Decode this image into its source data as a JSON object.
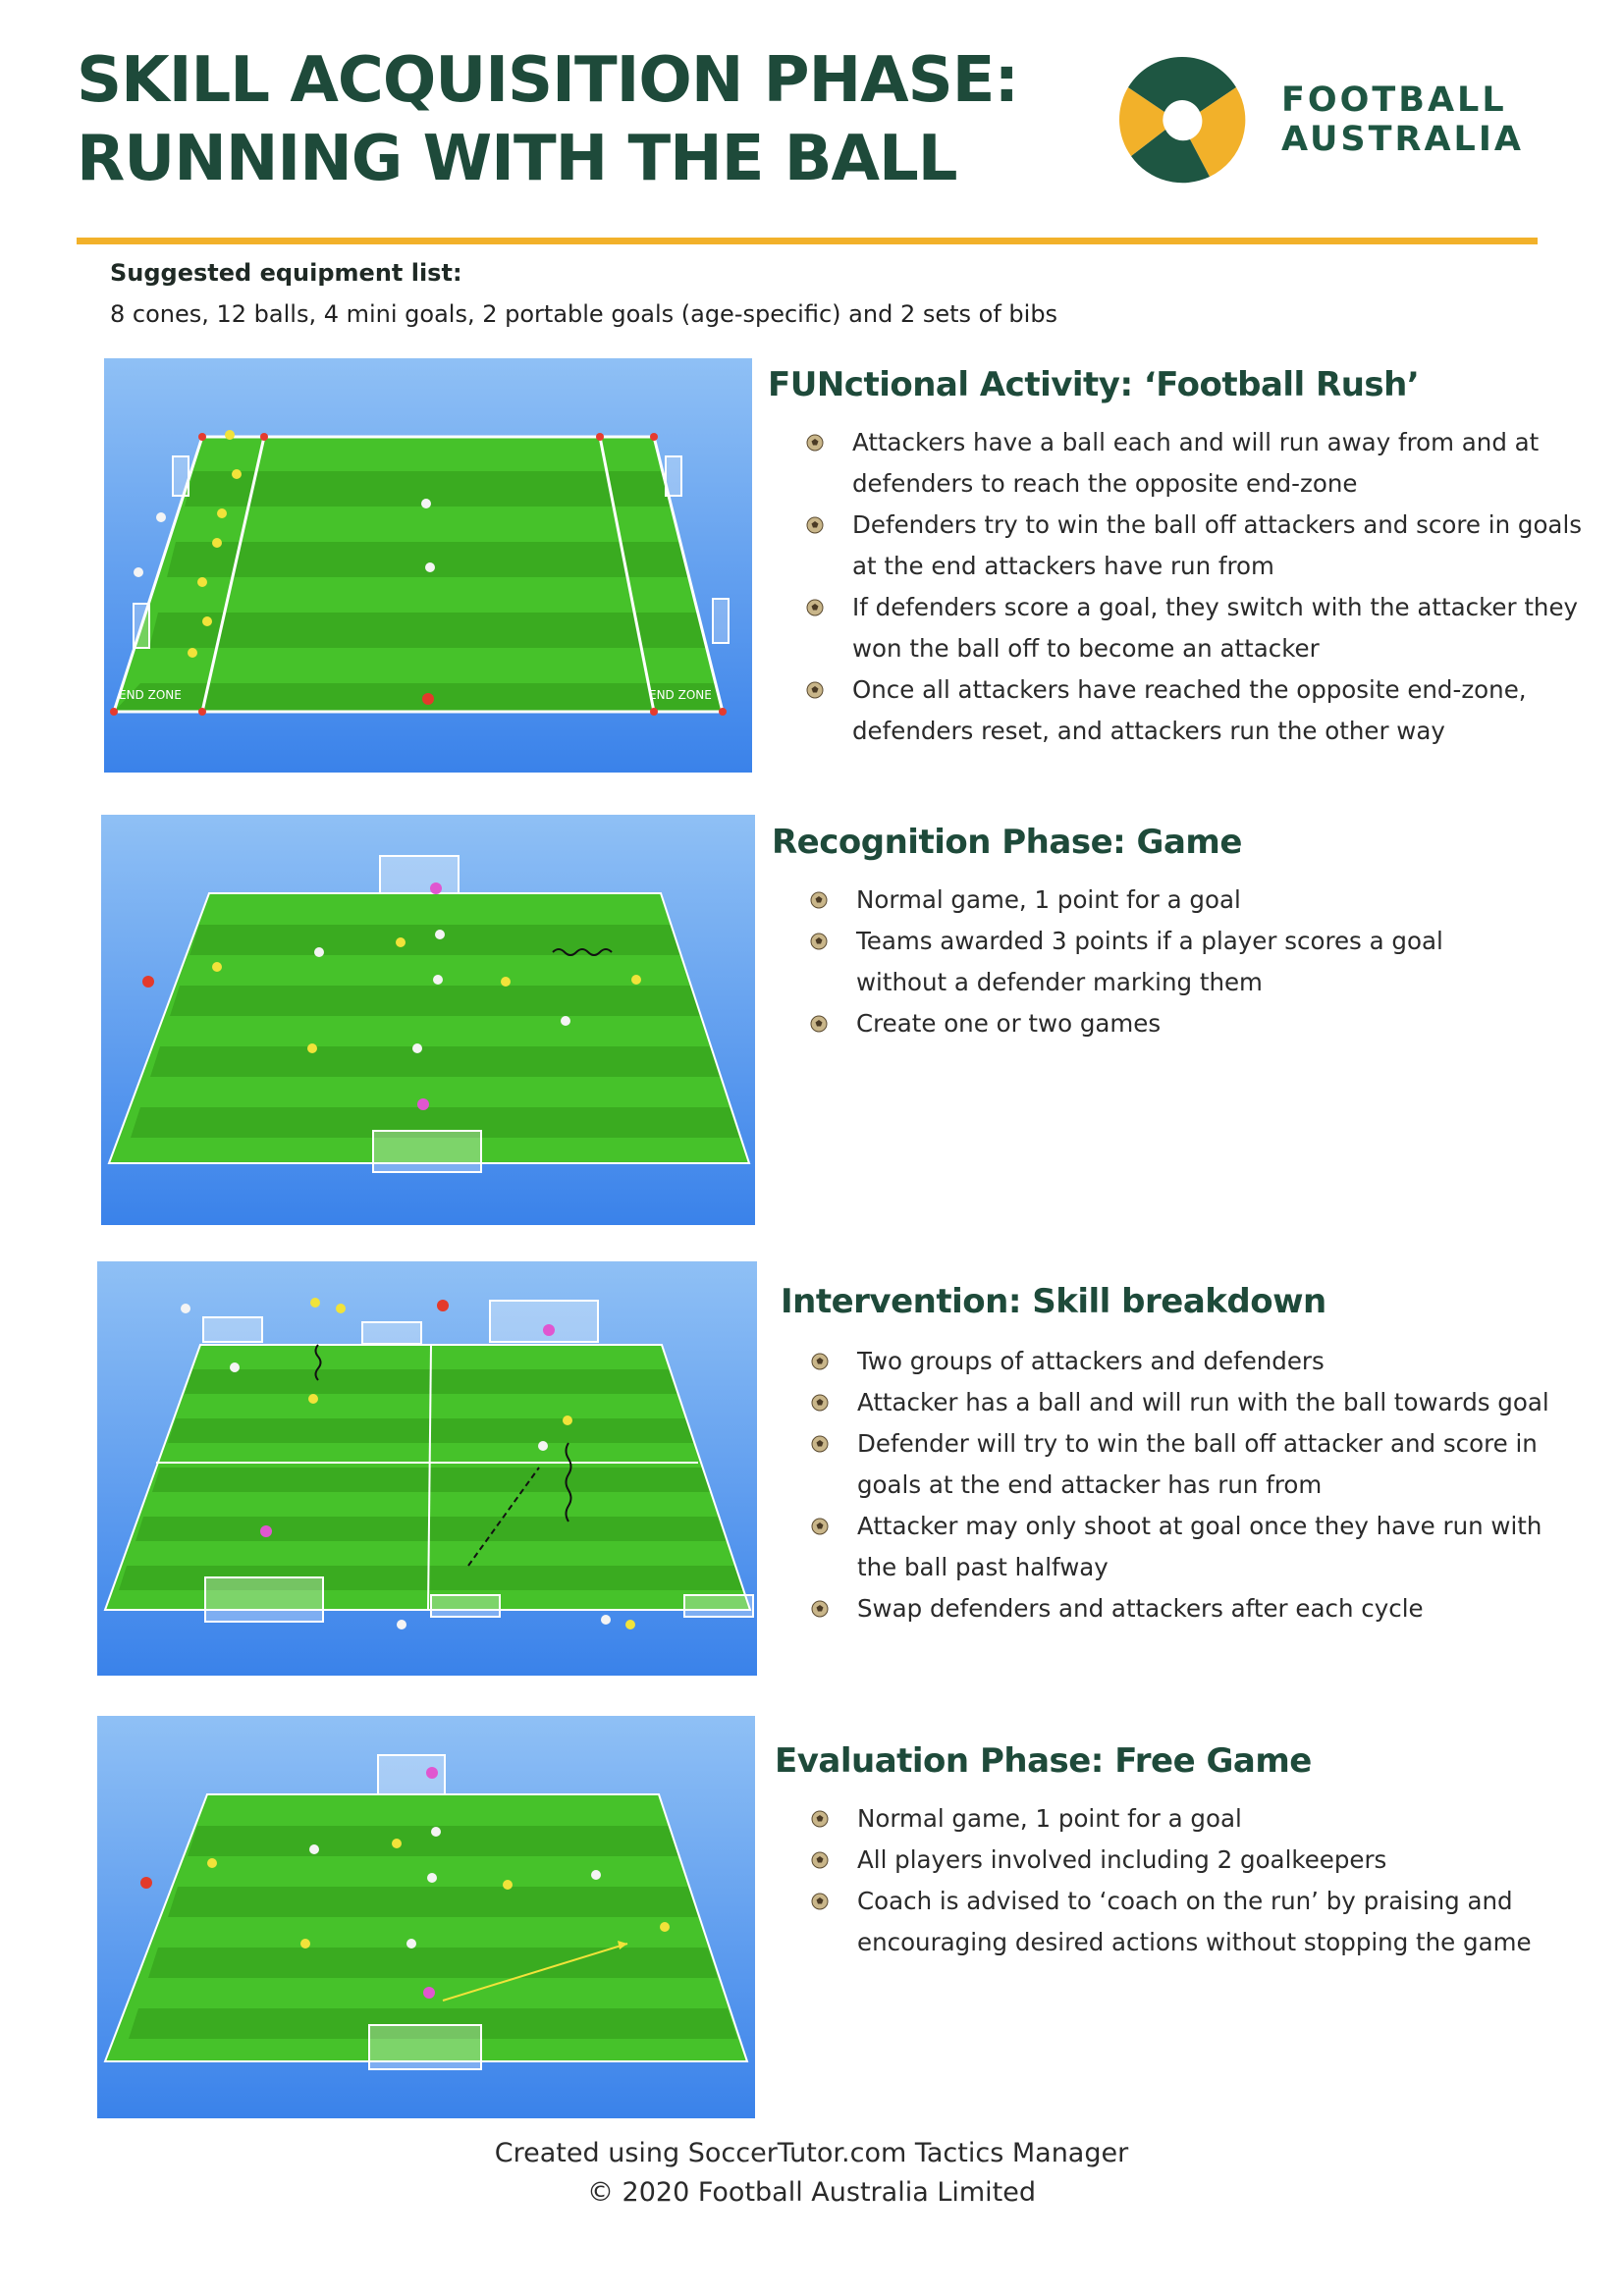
{
  "header": {
    "title_line1": "SKILL ACQUISITION PHASE:",
    "title_line2": "RUNNING WITH THE BALL",
    "logo_line1": "FOOTBALL",
    "logo_line2": "AUSTRALIA"
  },
  "equipment": {
    "label": "Suggested equipment list:",
    "text": "8 cones, 12 balls, 4 mini goals, 2 portable goals (age-specific) and 2 sets of bibs"
  },
  "sections": [
    {
      "title": "FUNctional Activity: ‘Football Rush’",
      "diagram": {
        "zone_left": "END ZONE",
        "zone_right": "END ZONE"
      },
      "bullets": [
        "Attackers have a ball each and will run away from and at",
        "defenders to reach the opposite end-zone",
        "Defenders try to win the ball off attackers and score in goals",
        "at the end attackers have run from",
        "If defenders score a goal, they switch with the attacker they",
        "won the ball off to become an attacker",
        "Once all attackers have reached the opposite end-zone,",
        "defenders reset, and attackers run the other way"
      ]
    },
    {
      "title": "Recognition Phase: Game",
      "bullets": [
        "Normal game, 1 point for a goal",
        "Teams awarded 3 points if a player scores a goal",
        "without a defender marking them",
        "Create one or two games"
      ]
    },
    {
      "title": "Intervention: Skill breakdown",
      "bullets": [
        "Two groups of attackers and defenders",
        "Attacker has a ball and will run with the ball towards goal",
        "Defender will try to win the ball off attacker and score in",
        "goals at the end attacker has run from",
        "Attacker may only shoot at goal once they have run with",
        "the ball past halfway",
        "Swap defenders and attackers after each cycle"
      ]
    },
    {
      "title": "Evaluation Phase: Free Game",
      "bullets": [
        "Normal game, 1 point for a goal",
        "All players involved including 2 goalkeepers",
        "Coach is advised to ‘coach on the run’ by praising and",
        "encouraging desired actions without stopping the game"
      ]
    }
  ],
  "footer": {
    "line1": "Created using SoccerTutor.com Tactics Manager",
    "line2": "© 2020 Football Australia Limited"
  },
  "colors": {
    "brand_green": "#1e4a3a",
    "accent_gold": "#f2b12a",
    "pitch_light": "#4fcf2f",
    "pitch_dark": "#3fb523",
    "sky": "#3a82ea"
  }
}
